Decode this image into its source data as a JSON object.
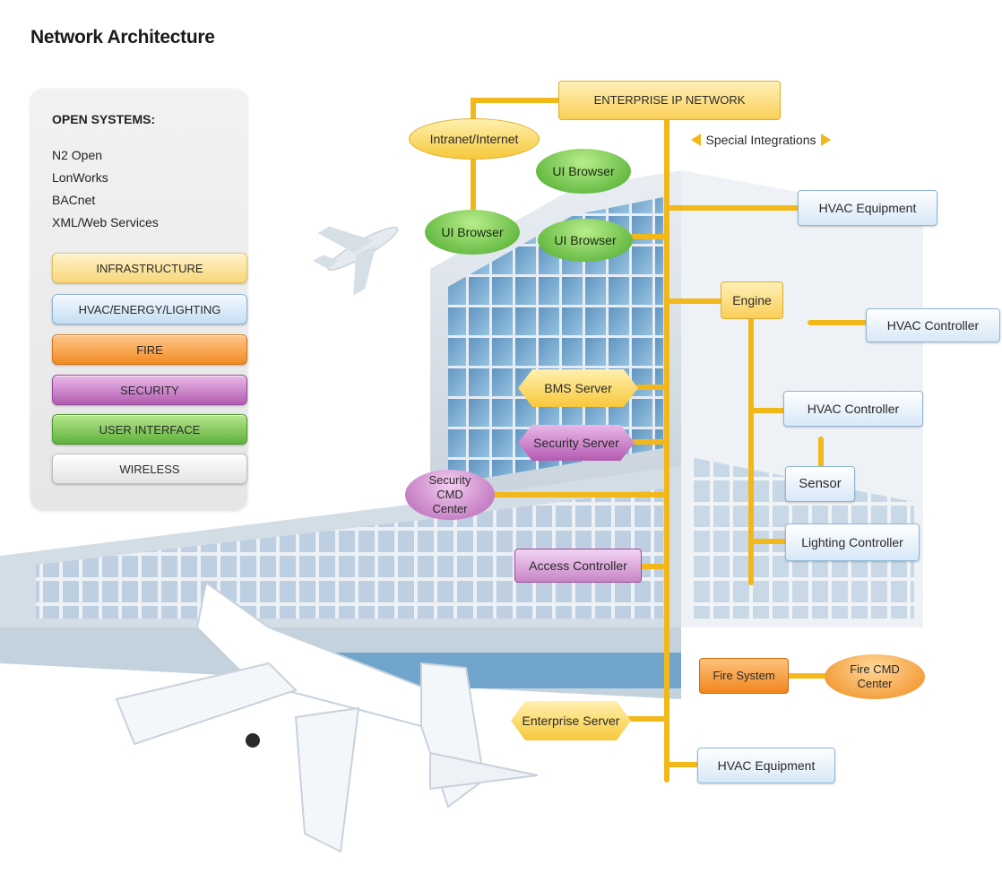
{
  "title": "Network Architecture",
  "legend": {
    "heading": "OPEN SYSTEMS:",
    "systems": [
      "N2 Open",
      "LonWorks",
      "BACnet",
      "XML/Web Services"
    ],
    "categories": [
      {
        "label": "INFRASTRUCTURE",
        "color": "#f7d77a"
      },
      {
        "label": "HVAC/ENERGY/LIGHTING",
        "color": "#c5def3"
      },
      {
        "label": "FIRE",
        "color": "#f28a23"
      },
      {
        "label": "SECURITY",
        "color": "#b35cb0"
      },
      {
        "label": "USER INTERFACE",
        "color": "#5fb13b"
      },
      {
        "label": "WIRELESS",
        "color": "#e3e3e3"
      }
    ]
  },
  "nodes": {
    "enterprise_network": "ENTERPRISE IP NETWORK",
    "intranet": "Intranet/Internet",
    "special_integrations": "Special Integrations",
    "ui_browser_1": "UI Browser",
    "ui_browser_2": "UI Browser",
    "ui_browser_3": "UI Browser",
    "hvac_equipment_top": "HVAC Equipment",
    "engine": "Engine",
    "hvac_controller_1": "HVAC Controller",
    "hvac_controller_2": "HVAC Controller",
    "bms_server": "BMS Server",
    "security_server": "Security Server",
    "sensor": "Sensor",
    "security_cmd_center": "Security CMD Center",
    "lighting_controller": "Lighting Controller",
    "access_controller": "Access Controller",
    "fire_system": "Fire System",
    "fire_cmd_center": "Fire CMD Center",
    "enterprise_server": "Enterprise Server",
    "hvac_equipment_bottom": "HVAC Equipment"
  },
  "colors": {
    "bus": "#f2b718",
    "infrastructure": "#f7c83a",
    "hvac": "#d7e8f7",
    "fire": "#f0861f",
    "security": "#b45bb1",
    "ui": "#4aa82c"
  }
}
